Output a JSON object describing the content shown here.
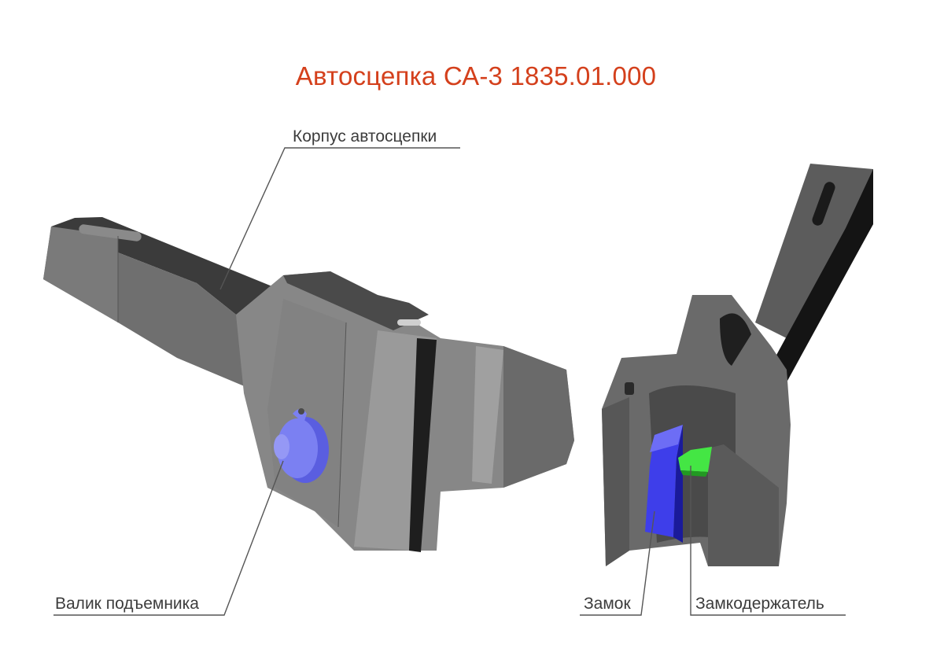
{
  "title": "Автосцепка СА-3 1835.01.000",
  "colors": {
    "title": "#d4401c",
    "label_text": "#3c3c3c",
    "leader_line": "#555555",
    "body_light": "#8c8c8c",
    "body_mid": "#6e6e6e",
    "body_dark": "#3a3a3a",
    "lift_roller": "#7a7ef0",
    "lock": "#3a3ae0",
    "lock_holder": "#40e040"
  },
  "callouts": [
    {
      "id": "coupler-body",
      "label": "Корпус автосцепки"
    },
    {
      "id": "lift-roller",
      "label": "Валик подъемника"
    },
    {
      "id": "lock",
      "label": "Замок"
    },
    {
      "id": "lock-holder",
      "label": "Замкодержатель"
    }
  ]
}
